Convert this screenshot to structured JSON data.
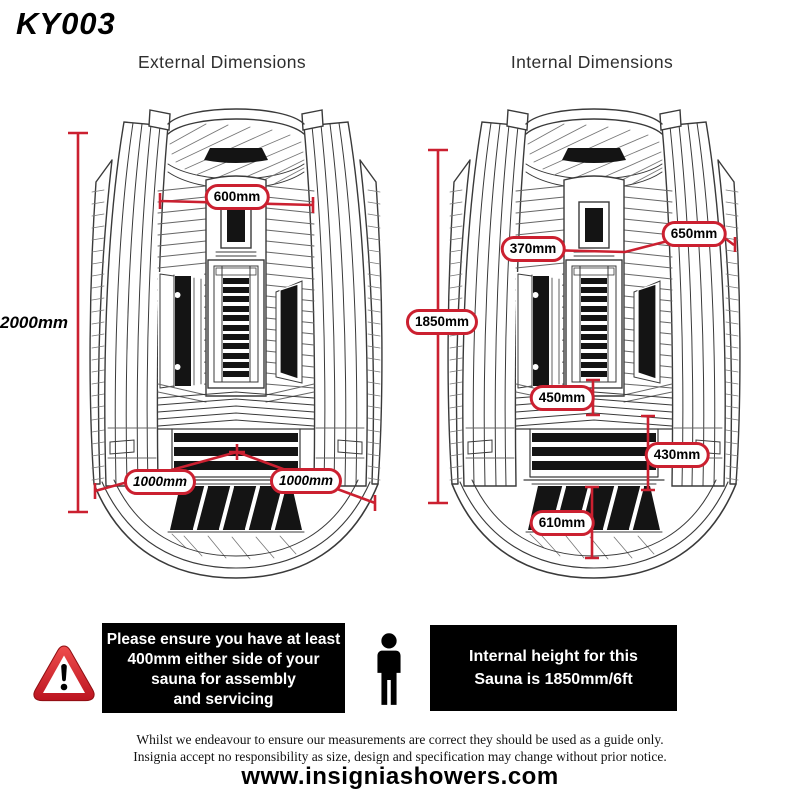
{
  "header": {
    "model": "KY003",
    "external_title": "External Dimensions",
    "internal_title": "Internal Dimensions"
  },
  "external": {
    "height": "2000mm",
    "width": "600mm",
    "depth_left": "1000mm",
    "depth_right": "1000mm"
  },
  "internal": {
    "height": "1850mm",
    "back_width": "370mm",
    "front_width": "650mm",
    "bench_depth": "450mm",
    "bench_height": "430mm",
    "floor_width": "610mm"
  },
  "warning_box": {
    "line1": "Please ensure you have at least",
    "line2": "400mm either side of your",
    "line3": "sauna for assembly",
    "line4": "and servicing"
  },
  "height_box": {
    "line1": "Internal height for this",
    "line2": "Sauna is 1850mm/6ft"
  },
  "disclaimer": {
    "line1": "Whilst we endeavour to ensure our measurements are correct they should be used as a guide only.",
    "line2": "Insignia accept no responsibility as size, design and specification may change without prior notice."
  },
  "website": "www.insigniashowers.com",
  "icons": {
    "warning": "warning-triangle-icon",
    "person": "person-icon"
  },
  "colors": {
    "dimension_red": "#cb2030",
    "linework": "#3a3a3a",
    "panel_black": "#000000",
    "warning_red": "#d6231f"
  }
}
